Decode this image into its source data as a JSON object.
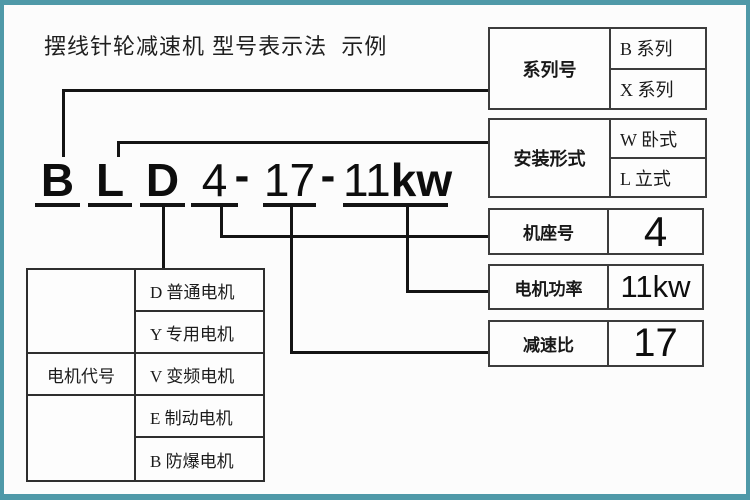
{
  "title": "摆线针轮减速机 型号表示法  示例",
  "model": {
    "series_code": "B",
    "mount_code": "L",
    "motor_code": "D",
    "frame_code": "4",
    "ratio_code": "17",
    "power_num": "11",
    "power_unit": "kw",
    "dash": "-"
  },
  "legend": {
    "series": {
      "label": "系列号",
      "options": [
        "B 系列",
        "X 系列"
      ]
    },
    "mount": {
      "label": "安装形式",
      "options": [
        "W 卧式",
        "L 立式"
      ]
    },
    "frame": {
      "label": "机座号",
      "value": "4"
    },
    "power": {
      "label": "电机功率",
      "value": "11kw"
    },
    "ratio": {
      "label": "减速比",
      "value": "17"
    }
  },
  "motor_table": {
    "label": "电机代号",
    "options": [
      "D 普通电机",
      "Y 专用电机",
      "V 变频电机",
      "E 制动电机",
      "B 防爆电机"
    ]
  },
  "colors": {
    "frame_border": "#4f99a8",
    "line": "#141414"
  }
}
